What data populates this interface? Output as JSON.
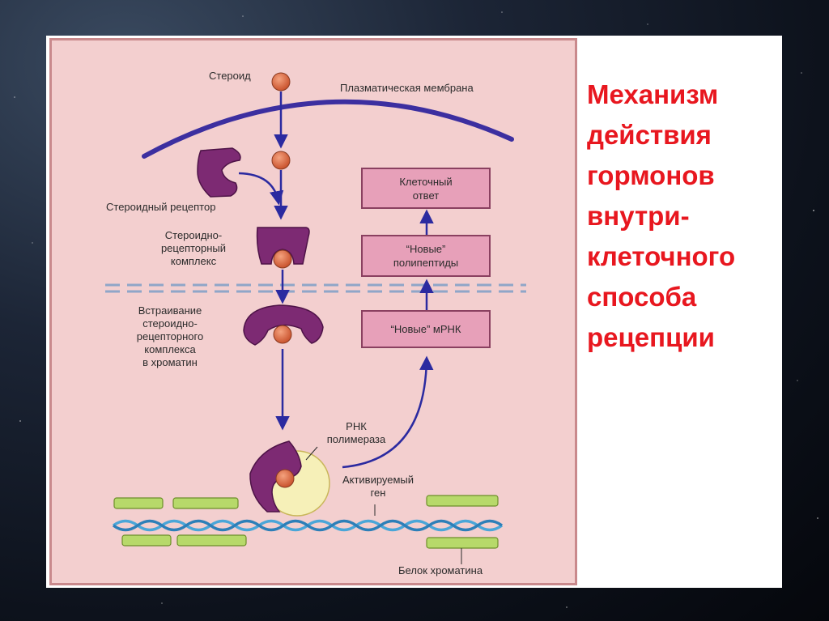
{
  "title_lines": [
    "Механизм",
    "действия",
    "гормонов",
    "внутри-",
    "клеточного",
    "способа",
    "рецепции"
  ],
  "labels": {
    "steroid": "Стероид",
    "membrane": "Плазматическая мембрана",
    "steroid_receptor": "Стероидный рецептор",
    "complex_l1": "Стероидно-",
    "complex_l2": "рецепторный",
    "complex_l3": "комплекс",
    "embed_l1": "Встраивание",
    "embed_l2": "стероидно-",
    "embed_l3": "рецепторного",
    "embed_l4": "комплекса",
    "embed_l5": "в хроматин",
    "rna_pol_l1": "РНК",
    "rna_pol_l2": "полимераза",
    "active_gene_l1": "Активируемый",
    "active_gene_l2": "ген",
    "chromatin_protein": "Белок хроматина"
  },
  "boxes": {
    "cell_response": "Клеточный\nответ",
    "new_polypeptides": "“Новые”\nполипептиды",
    "new_mrna": "“Новые” мРНК"
  },
  "colors": {
    "title": "#e8171f",
    "figure_bg": "#f3cfcf",
    "receptor": "#7d2a73",
    "steroid": "#e2734a",
    "membrane": "#3c2fa0",
    "box_fill": "#e7a0b9",
    "chromatin_protein": "#b7d96a",
    "dna": "#4aa6d8",
    "rna_polymerase": "#f6f0b8"
  }
}
